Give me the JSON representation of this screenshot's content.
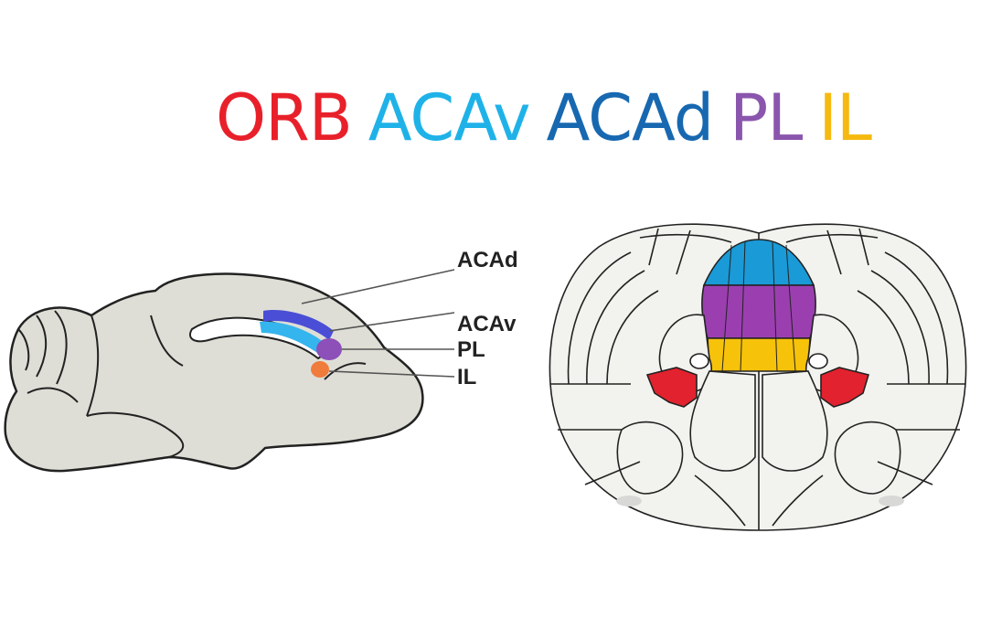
{
  "title": {
    "regions": [
      {
        "text": "ORB",
        "color": "#e8202a"
      },
      {
        "text": "ACAv",
        "color": "#1fb2e8"
      },
      {
        "text": "ACAd",
        "color": "#1768b0"
      },
      {
        "text": "PL",
        "color": "#8a56ad"
      },
      {
        "text": "IL",
        "color": "#f5b90f"
      }
    ]
  },
  "sagittal": {
    "labels": {
      "acad": "ACAd",
      "acav": "ACAv",
      "pl": "PL",
      "il": "IL"
    }
  },
  "colors": {
    "brain_fill": "#deded6",
    "outline": "#222222",
    "acad": "#4a4ed6",
    "acav": "#35b5ee",
    "pl": "#8d4fb8",
    "il": "#f07c3c",
    "coronal_fill": "#f2f2ee",
    "coronal_acad": "#1a9ad6",
    "coronal_pl": "#9b3fb0",
    "coronal_il": "#f6c20a",
    "coronal_orb": "#e2222e"
  }
}
